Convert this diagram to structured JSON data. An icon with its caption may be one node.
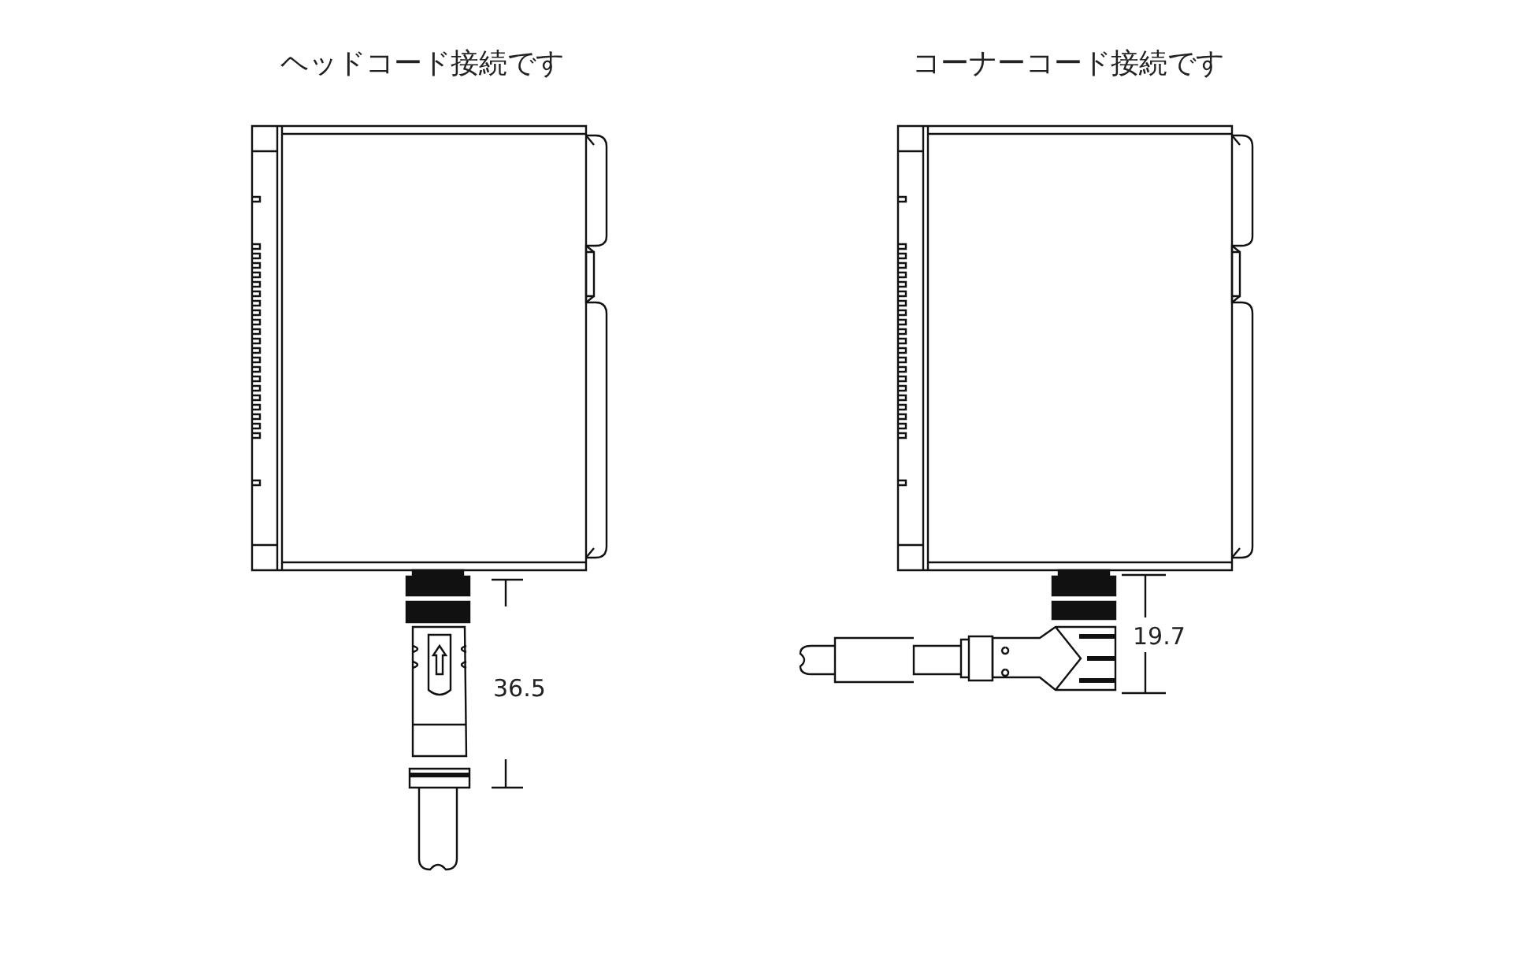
{
  "diagram": {
    "labels": [
      "ヘッドコード接続です",
      "コーナーコード接続です",
      "36.5",
      "19.7"
    ]
  }
}
